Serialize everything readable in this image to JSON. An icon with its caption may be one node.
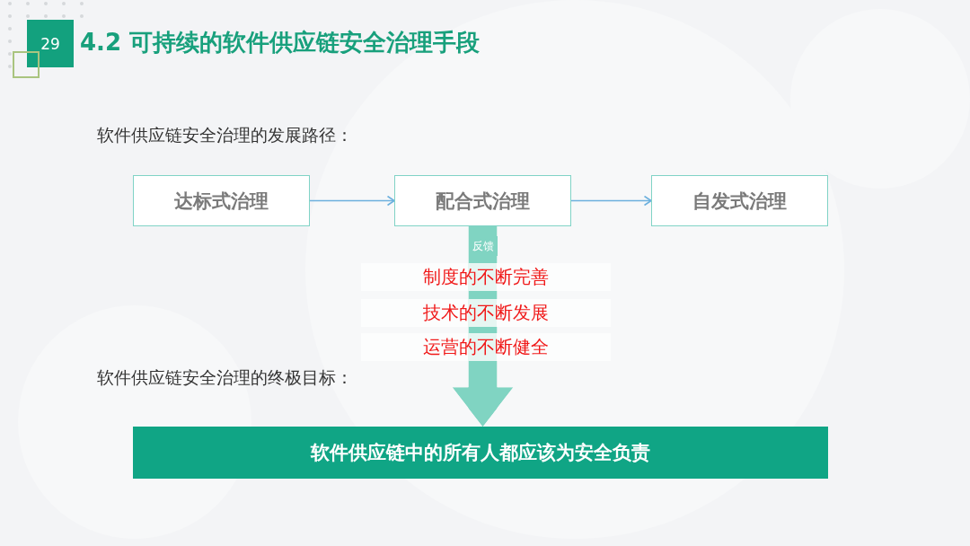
{
  "diagram": {
    "title": "4.2 可持续的软件供应链安全治理手段",
    "nodes": [
      {
        "text": [
          "达标式治理"
        ]
      },
      {
        "text": [
          "配合式治理"
        ]
      },
      {
        "text": [
          "自发式治理"
        ]
      },
      {
        "text": [
          "制度的不断完善"
        ]
      },
      {
        "text": [
          "技术的不断发展"
        ]
      },
      {
        "text": [
          "运营的不断健全"
        ]
      },
      {
        "text": [
          "软件供应链中的所有人都应该为安全负责"
        ]
      }
    ],
    "edges": [
      {
        "from": 0,
        "to": 1,
        "arrow": "to",
        "color": "#6cb0de"
      },
      {
        "from": 1,
        "to": 2,
        "arrow": "to",
        "color": "#6cb0de"
      },
      {
        "from": 1,
        "to": 3,
        "arrow": "none",
        "label": "反馈"
      },
      {
        "from": 3,
        "to": 4,
        "arrow": "none"
      },
      {
        "from": 4,
        "to": 5,
        "arrow": "none"
      },
      {
        "from": 5,
        "to": 6,
        "arrow": "to"
      }
    ],
    "labels": [
      "29",
      "软件供应链安全治理的发展路径：",
      "软件供应链安全治理的终极目标："
    ]
  }
}
